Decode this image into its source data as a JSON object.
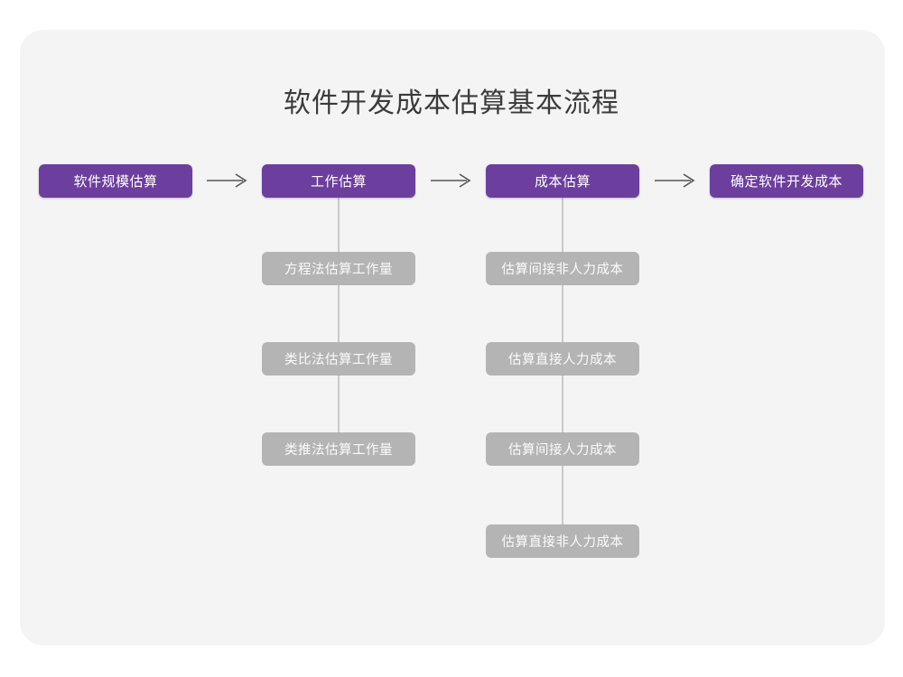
{
  "page": {
    "title": "软件开发成本估算基本流程",
    "background_color": "#ffffff",
    "card_color": "#f4f4f5",
    "accent_color": "#6c3f9e",
    "secondary_color": "#b4b4b4",
    "title_color": "#3b3b3b",
    "connector_color": "#c9c9c9",
    "arrow_color": "#555555"
  },
  "chart_data": {
    "type": "diagram",
    "title": "软件开发成本估算基本流程",
    "orientation": "horizontal-with-vertical-branches",
    "stages": [
      {
        "id": "stage-1",
        "label": "软件规模估算",
        "level": "primary",
        "substeps": []
      },
      {
        "id": "stage-2",
        "label": "工作估算",
        "level": "primary",
        "substeps": [
          "方程法估算工作量",
          "类比法估算工作量",
          "类推法估算工作量"
        ]
      },
      {
        "id": "stage-3",
        "label": "成本估算",
        "level": "primary",
        "substeps": [
          "估算间接非人力成本",
          "估算直接人力成本",
          "估算间接人力成本",
          "估算直接非人力成本"
        ]
      },
      {
        "id": "stage-4",
        "label": "确定软件开发成本",
        "level": "primary",
        "substeps": []
      }
    ],
    "connectors": [
      {
        "from": "stage-1",
        "to": "stage-2",
        "style": "arrow"
      },
      {
        "from": "stage-2",
        "to": "stage-3",
        "style": "arrow"
      },
      {
        "from": "stage-3",
        "to": "stage-4",
        "style": "arrow"
      }
    ]
  }
}
